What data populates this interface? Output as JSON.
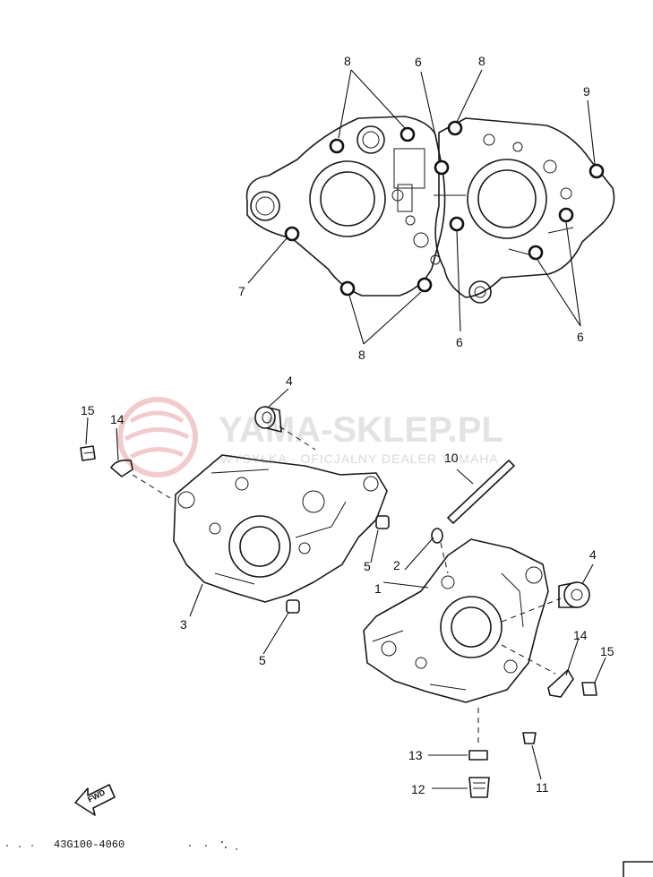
{
  "watermark": {
    "brand": "YAMA-SKLEP.PL",
    "tagline": "WYSYŁKA · OFICJALNY DEALER YAMAHA",
    "logo_color": "#e8a3a3"
  },
  "callouts": {
    "c1": "1",
    "c2": "2",
    "c3": "3",
    "c4a": "4",
    "c4b": "4",
    "c5a": "5",
    "c5b": "5",
    "c6a": "6",
    "c6b": "6",
    "c6c": "6",
    "c7": "7",
    "c8a": "8",
    "c8b": "8",
    "c8c": "8",
    "c9": "9",
    "c10": "10",
    "c11": "11",
    "c12": "12",
    "c13": "13",
    "c14a": "14",
    "c14b": "14",
    "c15a": "15",
    "c15b": "15"
  },
  "fwd_label": "FWD",
  "figure_code": "43G100-4060"
}
